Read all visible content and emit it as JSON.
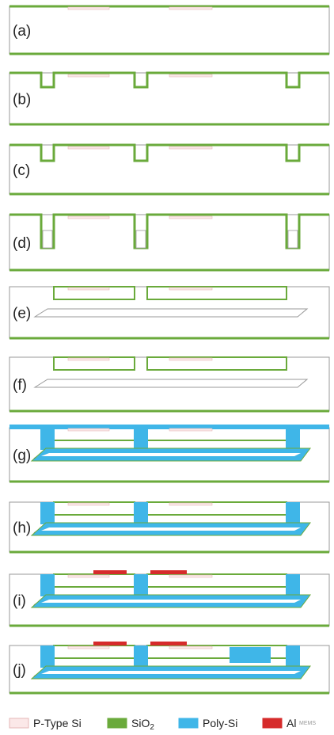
{
  "steps": [
    {
      "label": "(a)"
    },
    {
      "label": "(b)"
    },
    {
      "label": "(c)"
    },
    {
      "label": "(d)"
    },
    {
      "label": "(e)"
    },
    {
      "label": "(f)"
    },
    {
      "label": "(g)"
    },
    {
      "label": "(h)"
    },
    {
      "label": "(i)"
    },
    {
      "label": "(j)"
    }
  ],
  "legend": [
    {
      "label": "P-Type Si",
      "color": "#fbe8e8",
      "name": "legend-p-type-si"
    },
    {
      "label": "SiO",
      "sub": "2",
      "color": "#6aaa3b",
      "name": "legend-sio2"
    },
    {
      "label": "Poly-Si",
      "color": "#3fb6e8",
      "name": "legend-poly-si"
    },
    {
      "label": "Al",
      "color": "#d62b2b",
      "name": "legend-al"
    }
  ],
  "watermark": "MEMS",
  "colors": {
    "oxide": "#6aaa3b",
    "poly": "#3fb6e8",
    "ptype": "#f4c6c6",
    "al": "#d62b2b",
    "outline": "#999999"
  }
}
